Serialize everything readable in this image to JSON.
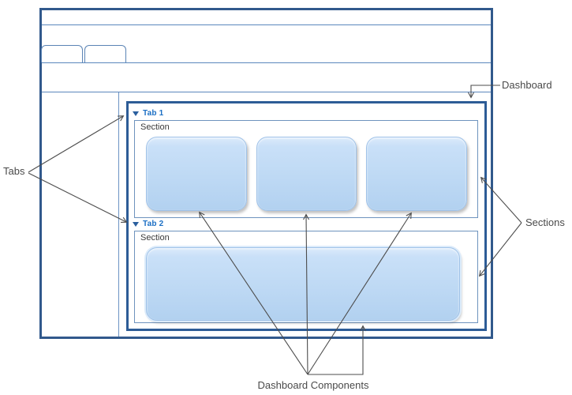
{
  "window": {
    "title_bar": "",
    "toolbar_tabs": [
      {
        "label": ""
      },
      {
        "label": ""
      }
    ]
  },
  "dashboard": {
    "tabs": [
      {
        "label": "Tab 1",
        "section_label": "Section",
        "component_count": 3
      },
      {
        "label": "Tab 2",
        "section_label": "Section",
        "component_count": 1
      }
    ]
  },
  "callouts": {
    "dashboard": "Dashboard",
    "tabs": "Tabs",
    "sections": "Sections",
    "components": "Dashboard Components"
  },
  "colors": {
    "frame_border": "#31598c",
    "dashboard_border": "#2d5c96",
    "divider_line": "#5b87bd",
    "section_border": "#6e93be",
    "tab_label_text": "#1b6fc4",
    "triangle_icon": "#2b5f9e",
    "component_fill": "#bed9f4",
    "component_fill_highlight": "#dcebfb",
    "component_border": "#9fc2e8",
    "callout_text": "#4a4a4a",
    "arrow_line": "#4d4d4d"
  }
}
